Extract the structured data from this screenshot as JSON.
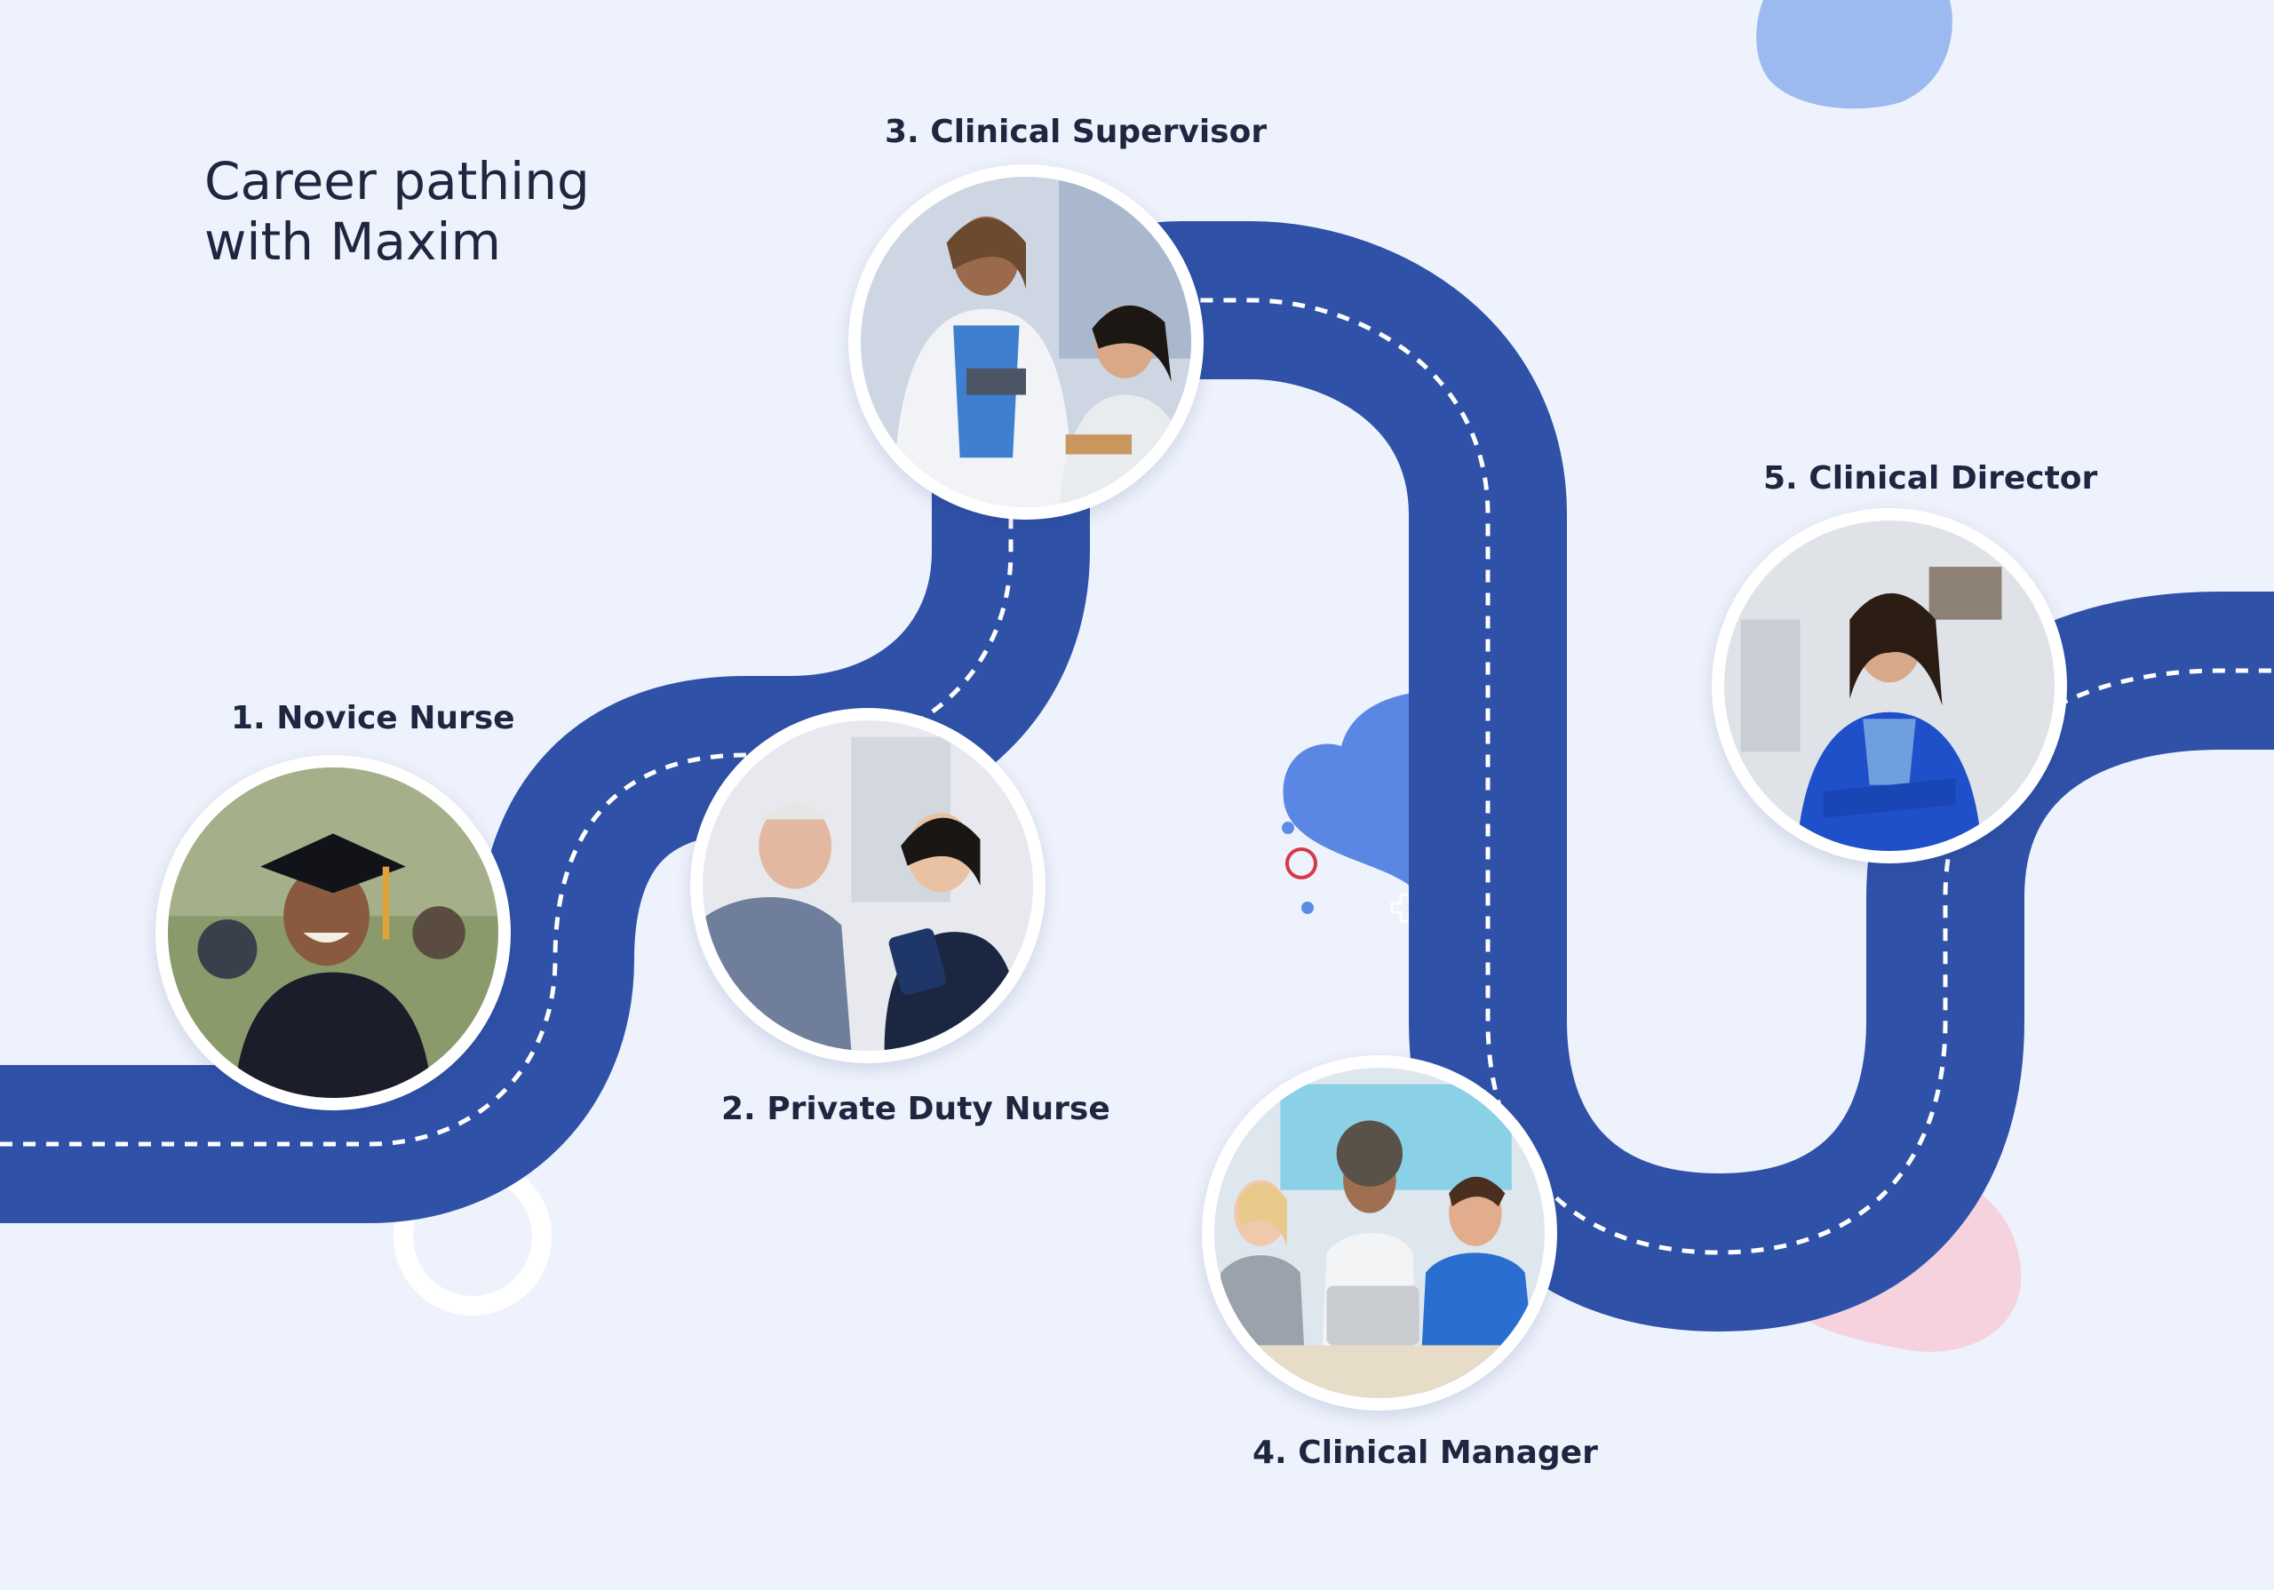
{
  "title": "Career pathing\nwith Maxim",
  "colors": {
    "background": "#eef2fc",
    "road": "#2f52a8",
    "dash": "#ffffff",
    "blob_blue": "#4f7fe0",
    "blob_pink": "#f6c9d6",
    "accent_red": "#d6394a"
  },
  "steps": [
    {
      "number": "1.",
      "label": "Novice Nurse",
      "image": "graduate-photo"
    },
    {
      "number": "2.",
      "label": "Private Duty Nurse",
      "image": "nurse-with-patient-photo"
    },
    {
      "number": "3.",
      "label": "Clinical Supervisor",
      "image": "supervisor-with-nurse-photo"
    },
    {
      "number": "4.",
      "label": "Clinical Manager",
      "image": "team-meeting-photo"
    },
    {
      "number": "5.",
      "label": "Clinical Director",
      "image": "director-portrait-photo"
    }
  ]
}
